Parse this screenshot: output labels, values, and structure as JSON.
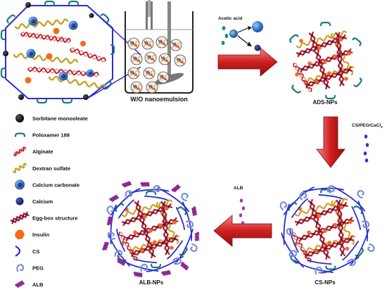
{
  "labels": {
    "acetic_acid": "Acetic acid",
    "wo_nanoemulsion": "W/O nanoemulsion",
    "ads_nps": "ADS-NPs",
    "cs_peg_cacl": "CS/PEG/CaCl",
    "cs_peg_cacl_sub": "2",
    "cs_nps": "CS-NPs",
    "alb": "ALB",
    "alb_nps": "ALB-NPs"
  },
  "legend": [
    {
      "name": "sorbitane-monooleate",
      "label": "Sorbitane monooleate"
    },
    {
      "name": "poloxamer-188",
      "label": "Poloxamer 188"
    },
    {
      "name": "alginate",
      "label": "Alginate"
    },
    {
      "name": "dextran-sulfate",
      "label": "Dextran sulfate"
    },
    {
      "name": "calcium-carbonate",
      "label": "Calcium carbonate"
    },
    {
      "name": "calcium",
      "label": "Calcium"
    },
    {
      "name": "egg-box-structure",
      "label": "Egg-box structure"
    },
    {
      "name": "insulin",
      "label": "Insulin"
    },
    {
      "name": "cs",
      "label": "CS"
    },
    {
      "name": "peg",
      "label": "PEG"
    },
    {
      "name": "alb",
      "label": "ALB"
    }
  ],
  "colors": {
    "alginate": "#c0171e",
    "dextran": "#c9a227",
    "insulin": "#f26b21",
    "calcium": "#1b2a7a",
    "carbonate": "#3a78c9",
    "poloxamer": "#1e7b77",
    "cs": "#2a2fd1",
    "peg": "#7c8fd6",
    "alb": "#8a2a8f",
    "arrow": "#c0171e"
  }
}
